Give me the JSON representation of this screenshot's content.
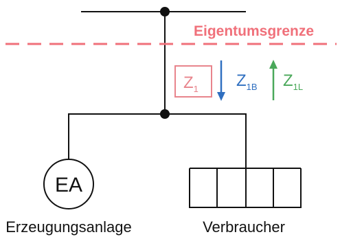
{
  "boundary": {
    "label": "Eigentumsgrenze",
    "color": "#f0707a"
  },
  "impedance": {
    "box_label_main": "Z",
    "box_label_sub": "1",
    "box_color": "#e8848c",
    "down_label_main": "Z",
    "down_label_sub": "1B",
    "down_color": "#2f6fc0",
    "up_label_main": "Z",
    "up_label_sub": "1L",
    "up_color": "#4aa85a"
  },
  "generator": {
    "symbol_label": "EA",
    "caption": "Erzeugungsanlage"
  },
  "consumer": {
    "caption": "Verbraucher"
  },
  "line_color": "#111111"
}
